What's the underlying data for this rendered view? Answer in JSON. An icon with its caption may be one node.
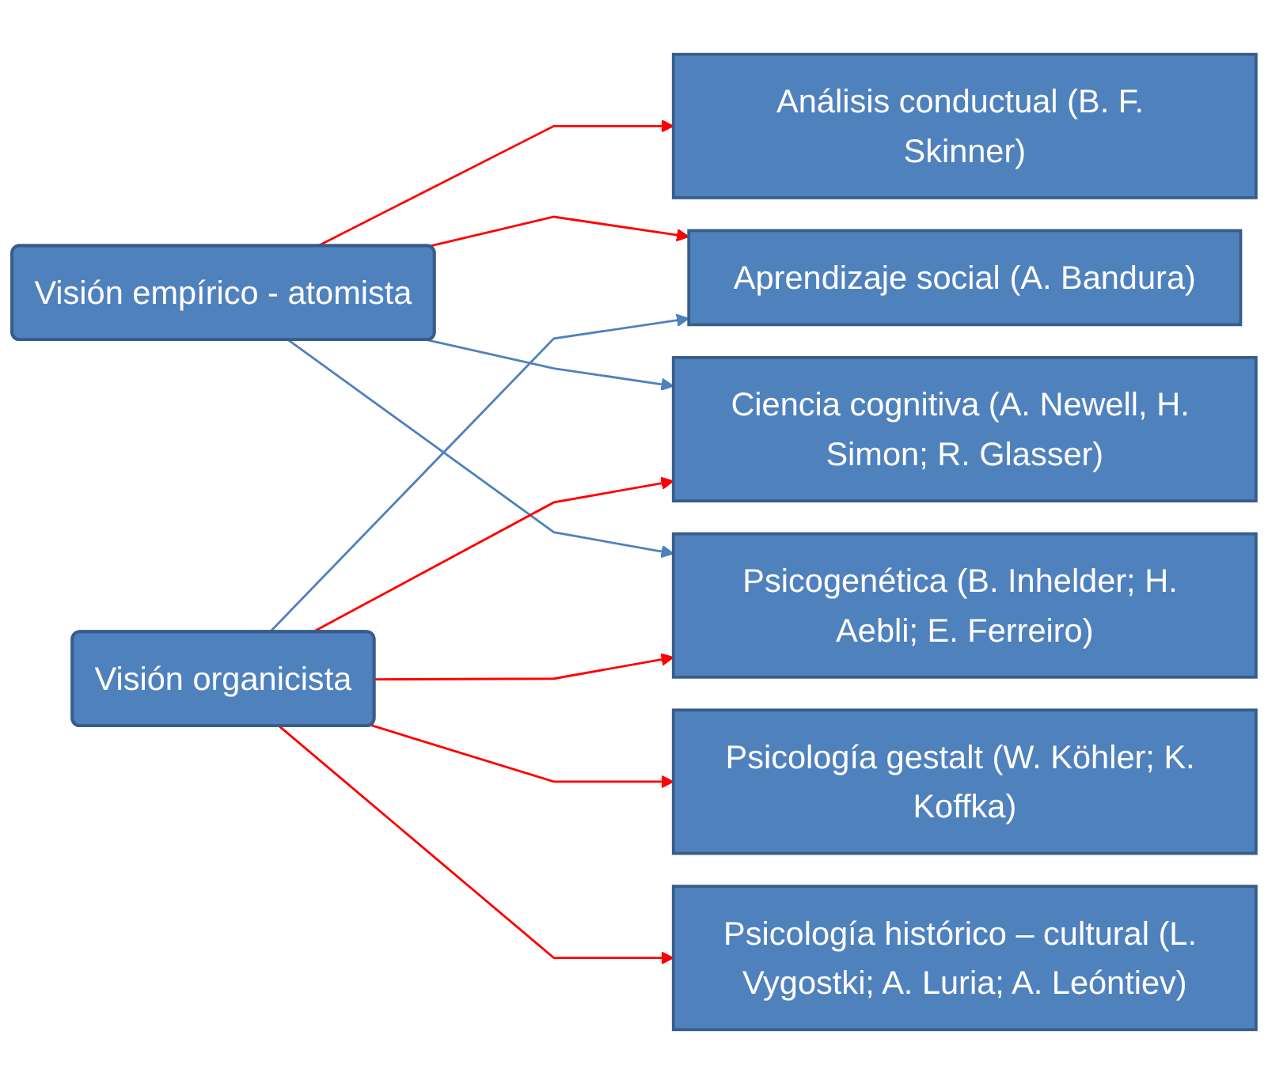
{
  "diagram": {
    "nodes": [
      {
        "text": [
          "Visión empírico - atomista"
        ]
      },
      {
        "text": [
          "Visión organicista"
        ]
      },
      {
        "text": [
          "Análisis conductual (B. F. Skinner)"
        ]
      },
      {
        "text": [
          "Aprendizaje social (A. Bandura)"
        ]
      },
      {
        "text": [
          "Psicología gestalt (W. Köhler; K. Koffka)"
        ]
      },
      {
        "text": [
          "Ciencia cognitiva (A. Newell, H. Simon; R. Glasser)"
        ]
      },
      {
        "text": [
          "Psicogenética (B. Inhelder; H. Aebli; E. Ferreiro)"
        ]
      },
      {
        "text": [
          "Psicología histórico – cultural (L. Vygostki; A. Luria; A. Leóntiev)"
        ]
      }
    ],
    "edges": [
      {
        "from": 0,
        "to": 2,
        "arrow": "to"
      },
      {
        "from": 0,
        "to": 3,
        "arrow": "to"
      },
      {
        "from": 0,
        "to": 5,
        "arrow": "to",
        "color": "#4f81bd"
      },
      {
        "from": 0,
        "to": 6,
        "arrow": "to",
        "color": "#4f81bd"
      },
      {
        "from": 1,
        "to": 3,
        "arrow": "to",
        "color": "#4f81bd"
      },
      {
        "from": 1,
        "to": 4,
        "arrow": "to"
      },
      {
        "from": 1,
        "to": 5,
        "arrow": "to"
      },
      {
        "from": 1,
        "to": 6,
        "arrow": "to"
      },
      {
        "from": 1,
        "to": 7,
        "arrow": "to"
      }
    ]
  }
}
